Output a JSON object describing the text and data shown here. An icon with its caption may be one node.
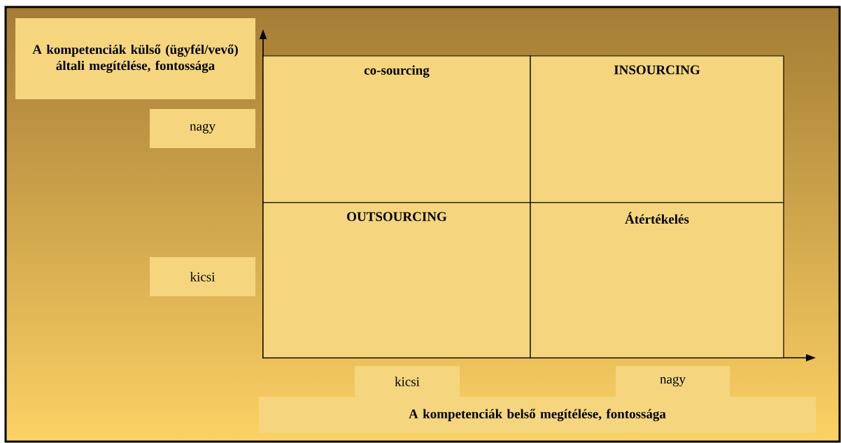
{
  "diagram": {
    "nodes": [
      {
        "text": [
          "A kompetenciák külső (ügyfél/vevő) általi megítélése, fontossága"
        ]
      },
      {
        "text": [
          "nagy"
        ]
      },
      {
        "text": [
          "kicsi"
        ]
      },
      {
        "text": [
          "co-sourcing"
        ]
      },
      {
        "text": [
          "INSOURCING"
        ]
      },
      {
        "text": [
          "OUTSOURCING"
        ]
      },
      {
        "text": [
          "Átértékelés"
        ]
      },
      {
        "text": [
          "kicsi"
        ]
      },
      {
        "text": [
          "nagy"
        ]
      },
      {
        "text": [
          "A kompetenciák belső megítélése, fontossága"
        ]
      }
    ]
  }
}
